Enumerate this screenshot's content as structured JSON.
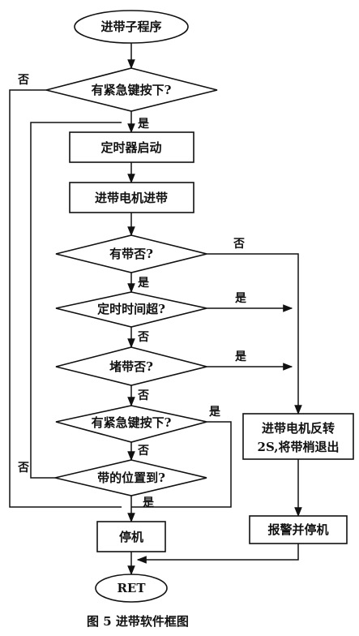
{
  "nodes": {
    "start": "进带子程序",
    "q_emergency1": "有紧急键按下?",
    "timer_start": "定时器启动",
    "feed_motor": "进带电机进带",
    "q_has_tape": "有带否?",
    "q_timeout": "定时时间超?",
    "q_jam": "堵带否?",
    "q_emergency2": "有紧急键按下?",
    "q_position": "带的位置到?",
    "reverse_line1": "进带电机反转",
    "reverse_line2": "2S,将带梢退出",
    "stop": "停机",
    "alarm_stop": "报警并停机",
    "end": "RET"
  },
  "labels": {
    "yes": "是",
    "no": "否"
  },
  "caption": "图 5  进带软件框图"
}
